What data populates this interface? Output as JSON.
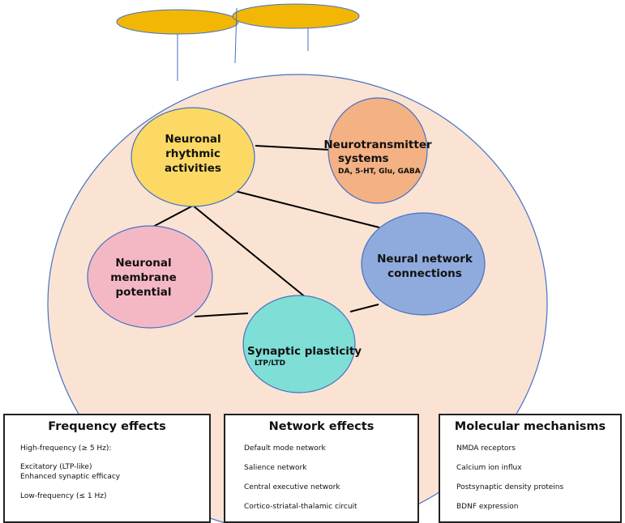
{
  "diagram": {
    "nodes": {
      "rhythmic": {
        "lines": [
          "Neuronal",
          "rhythmic",
          "activities"
        ],
        "color": "#fcd964"
      },
      "neurotransmitter": {
        "lines": [
          "Neurotransmitter",
          "systems"
        ],
        "sub": "DA, 5-HT, Glu, GABA",
        "color": "#f4b183"
      },
      "membrane": {
        "lines": [
          "Neuronal",
          "membrane",
          "potential"
        ],
        "color": "#f4b8c4"
      },
      "network": {
        "lines": [
          "Neural network",
          "connections"
        ],
        "color": "#8faadc"
      },
      "plasticity": {
        "lines": [
          "Synaptic plasticity"
        ],
        "sub": "LTP/LTD",
        "color": "#7fded6"
      }
    },
    "colors": {
      "background_ellipse": "#fbe3d3",
      "outline": "#4472c4",
      "top_shape": "#f2b705",
      "connector": "#000000"
    }
  },
  "boxes": {
    "frequency": {
      "title": "Frequency effects",
      "items": [
        "High-frequency (≥ 5 Hz):",
        "Excitatory (LTP-like)",
        "Enhanced synaptic efficacy",
        "Low-frequency (≤ 1 Hz)"
      ]
    },
    "network": {
      "title": "Network effects",
      "items": [
        "Default mode network",
        "Salience network",
        "Central executive network",
        "Cortico-striatal-thalamic circuit"
      ]
    },
    "molecular": {
      "title": "Molecular mechanisms",
      "items": [
        "NMDA receptors",
        "Calcium ion influx",
        "Postsynaptic density proteins",
        "BDNF expression"
      ]
    }
  }
}
